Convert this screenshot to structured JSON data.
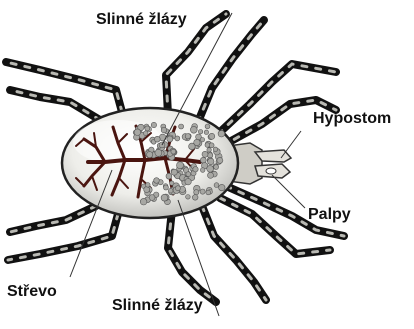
{
  "labels": {
    "salivary_top": "Slinné žlázy",
    "hypostome": "Hypostom",
    "palps": "Palpy",
    "gut": "Střevo",
    "salivary_bottom": "Slinné žlázy"
  },
  "colors": {
    "leg_dark": "#111111",
    "leg_band": "#b9b9b3",
    "body_fill": "#efefec",
    "body_outline": "#2a2a2a",
    "gut": "#4a1510",
    "gland": "#a7a7a3",
    "gland_outline": "#555555",
    "mouth": "#d8d6cf",
    "pointer": "#333333"
  }
}
